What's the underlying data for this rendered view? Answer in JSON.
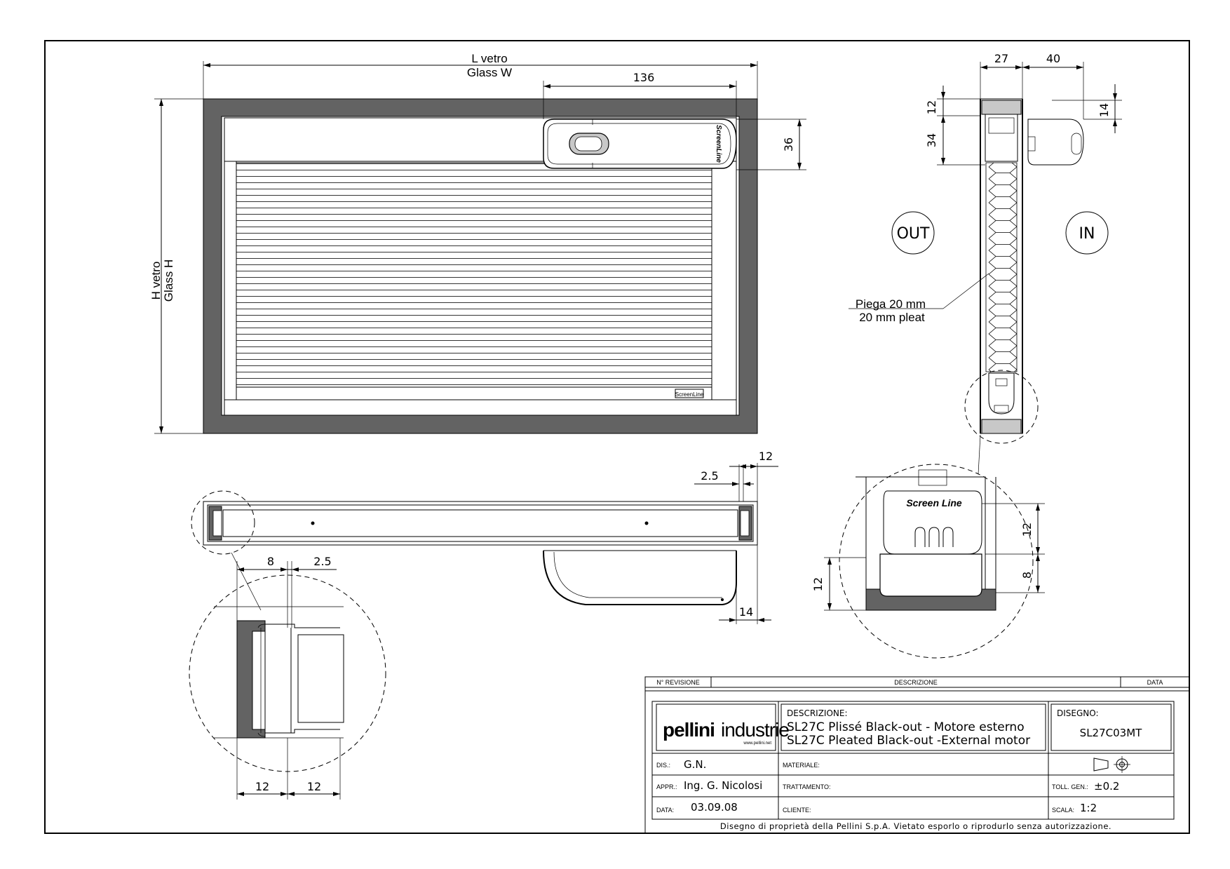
{
  "front_view": {
    "glass_width_it": "L vetro",
    "glass_width_en": "Glass W",
    "glass_height_it": "H vetro",
    "glass_height_en": "Glass H",
    "dim_motor_width": "136",
    "dim_motor_height": "36",
    "motor_brand": "ScreenLine",
    "badge_text": "ScreenLine"
  },
  "side_view": {
    "dim_top_27": "27",
    "dim_top_40": "40",
    "dim_12": "12",
    "dim_34": "34",
    "dim_14": "14",
    "label_out": "OUT",
    "label_in": "IN",
    "pleat_it": "Piega 20 mm",
    "pleat_en": "20 mm pleat"
  },
  "top_view": {
    "dim_2_5": "2.5",
    "dim_12": "12",
    "dim_14": "14"
  },
  "detail_left": {
    "dim_8": "8",
    "dim_2_5": "2.5",
    "dim_12_a": "12",
    "dim_12_b": "12"
  },
  "detail_right": {
    "brand": "Screen Line",
    "dim_12_right": "12",
    "dim_8": "8",
    "dim_12_left": "12"
  },
  "title_block": {
    "revision_no_label": "N° REVISIONE",
    "description_header": "DESCRIZIONE",
    "date_header": "DATA",
    "logo_main": "pellini",
    "logo_sub": "industrie",
    "logo_url": "www.pellini.net",
    "descrizione_label": "DESCRIZIONE:",
    "description_line1": "SL27C Plissé Black-out - Motore esterno",
    "description_line2": "SL27C Pleated Black-out -External motor",
    "disegno_label": "DISEGNO:",
    "drawing_number": "SL27C03MT",
    "dis_label": "DIS.:",
    "dis_value": "G.N.",
    "materiale_label": "MATERIALE:",
    "appr_label": "APPR.:",
    "appr_value": "Ing. G. Nicolosi",
    "trattamento_label": "TRATTAMENTO:",
    "toll_label": "TOLL. GEN.:",
    "toll_value": "±0.2",
    "data_label": "DATA:",
    "data_value": "03.09.08",
    "cliente_label": "CLIENTE:",
    "scala_label": "SCALA:",
    "scala_value": "1:2",
    "footer": "Disegno di proprietà della Pellini S.p.A. Vietato esporlo o riprodurlo senza autorizzazione."
  }
}
